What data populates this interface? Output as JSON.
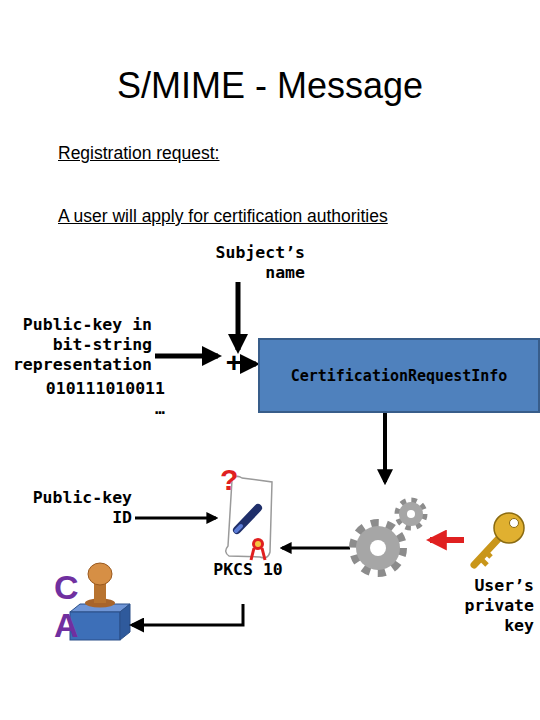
{
  "diagram": {
    "title": "S/MIME - Message",
    "nodes": [
      {
        "text": [
          "CertificationRequestInfo"
        ]
      },
      {
        "text": [
          "?",
          "PKCS 10"
        ]
      },
      {
        "text": [
          "User’s private key"
        ]
      },
      {
        "text": [
          "C A"
        ]
      }
    ],
    "edges": [
      {
        "from": 1,
        "to": 3,
        "arrow": "to"
      }
    ],
    "labels": [
      "Registration request:",
      "A user will apply for certification authorities",
      "Subject’s name",
      "Public-key in bit-string representation",
      "+",
      "010111010011 …",
      "Public-key ID"
    ]
  }
}
